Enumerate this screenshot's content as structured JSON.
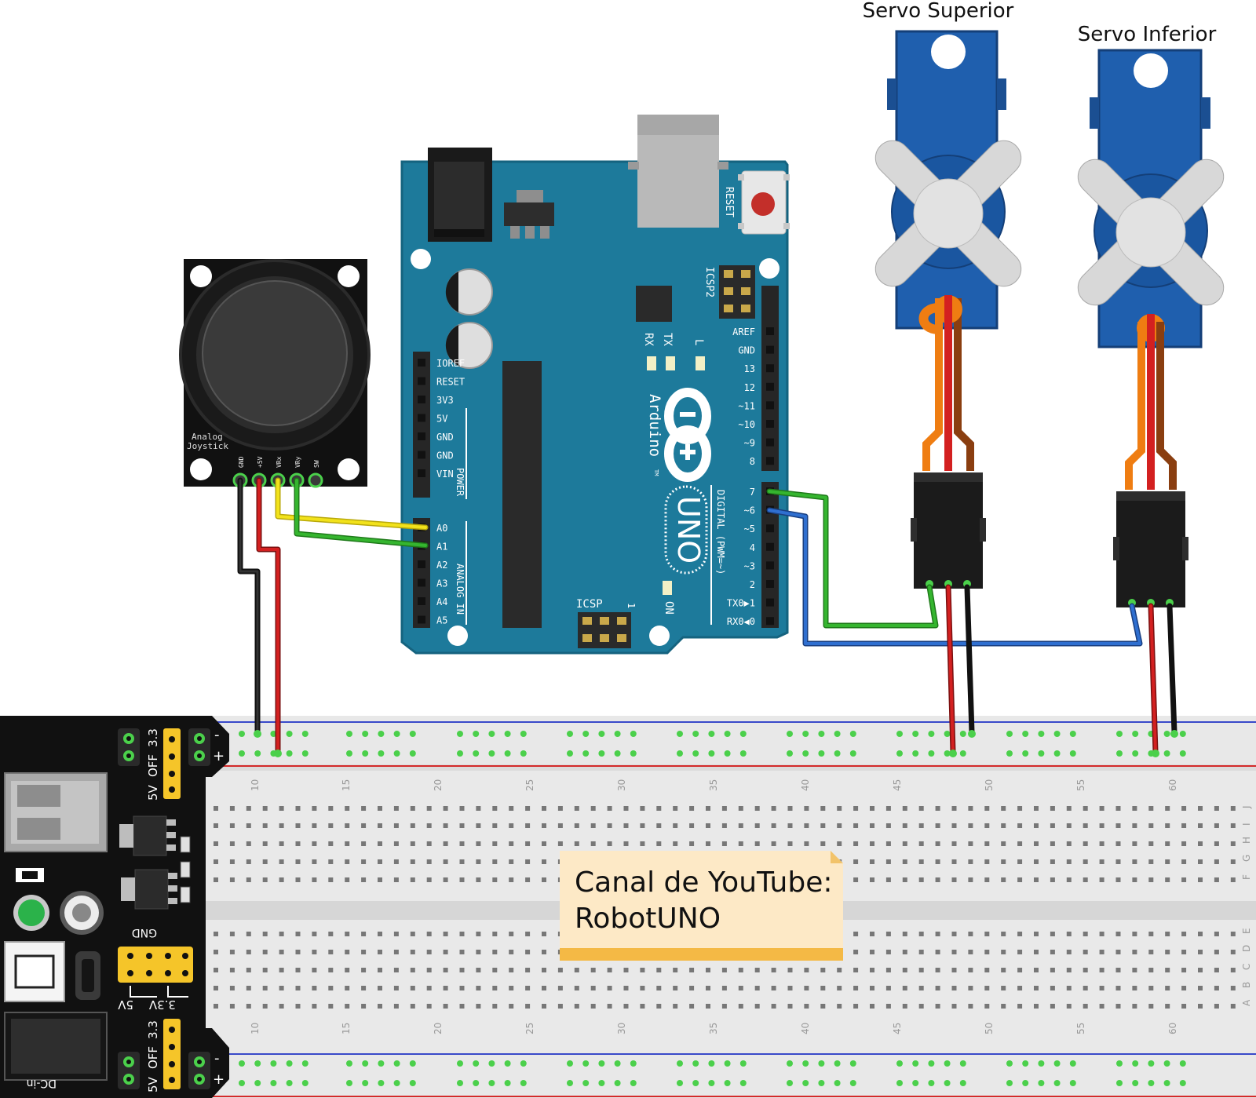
{
  "servos": {
    "upper": {
      "label": "Servo Superior"
    },
    "lower": {
      "label": "Servo Inferior"
    }
  },
  "joystick": {
    "label_line1": "Analog",
    "label_line2": "Joystick",
    "pins": [
      "GND",
      "+5V",
      "VRx",
      "VRy",
      "SW"
    ]
  },
  "arduino": {
    "brand": "Arduino",
    "tm": "TM",
    "model": "UNO",
    "reset_label": "RESET",
    "icsp2_label": "ICSP2",
    "icsp_label": "ICSP",
    "icsp_pin1": "1",
    "on_label": "ON",
    "tx_label": "TX",
    "rx_label": "RX",
    "l_label": "L",
    "power_group_label": "POWER",
    "analog_group_label": "ANALOG IN",
    "digital_group_label": "DIGITAL (PWM=~)",
    "power_pins": [
      "IOREF",
      "RESET",
      "3V3",
      "5V",
      "GND",
      "GND",
      "VIN"
    ],
    "analog_pins": [
      "A0",
      "A1",
      "A2",
      "A3",
      "A4",
      "A5"
    ],
    "digital_top_pins": [
      "AREF",
      "GND",
      "13",
      "12",
      "~11",
      "~10",
      "~9",
      "8"
    ],
    "digital_bottom_pins": [
      "7",
      "~6",
      "~5",
      "4",
      "~3",
      "2",
      "TX0▶1",
      "RX0◀0"
    ]
  },
  "power_module": {
    "jumper_top": [
      "5V",
      "OFF",
      "3.3"
    ],
    "jumper_bottom": [
      "5V",
      "OFF",
      "3.3"
    ],
    "gnd_label": "GND",
    "out_5v": "5V",
    "out_33v": "3.3V",
    "dcin_label": "DC-in",
    "plus": "+",
    "minus": "-"
  },
  "breadboard": {
    "column_numbers": [
      "10",
      "15",
      "20",
      "25",
      "30",
      "35",
      "40",
      "45",
      "50",
      "55",
      "60"
    ],
    "row_letters_top": [
      "J",
      "I",
      "H",
      "G",
      "F"
    ],
    "row_letters_bottom": [
      "E",
      "D",
      "C",
      "B",
      "A"
    ]
  },
  "note": {
    "line1": "Canal de YouTube:",
    "line2": "RobotUNO"
  },
  "colors": {
    "arduino_board": "#1d7a9b",
    "servo_body": "#1f5fae",
    "breadboard": "#e6e6e6",
    "wire_red": "#d32020",
    "wire_black": "#1a1a1a",
    "wire_yellow": "#f2e21b",
    "wire_green": "#35b52f",
    "wire_blue": "#2f6fd0",
    "wire_orange": "#ef7d12",
    "wire_brown": "#8a3e10",
    "note_fill": "#fde9c6"
  }
}
